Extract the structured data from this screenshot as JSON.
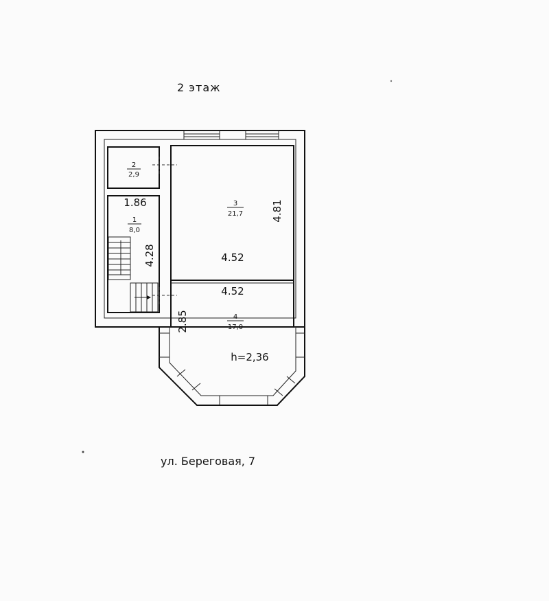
{
  "floor_title": "2 этаж",
  "address": "ул. Береговая, 7",
  "ceiling_height": "h=2,36",
  "rooms": [
    {
      "number": "1",
      "area": "8,0"
    },
    {
      "number": "2",
      "area": "2,9"
    },
    {
      "number": "3",
      "area": "21,7"
    },
    {
      "number": "4",
      "area": "17,0"
    }
  ],
  "dimensions": {
    "room1_width": "1.86",
    "room1_length": "4.28",
    "room3_width": "4.52",
    "room3_length": "4.81",
    "room4_width": "4.52",
    "room4_length": "2.85"
  }
}
